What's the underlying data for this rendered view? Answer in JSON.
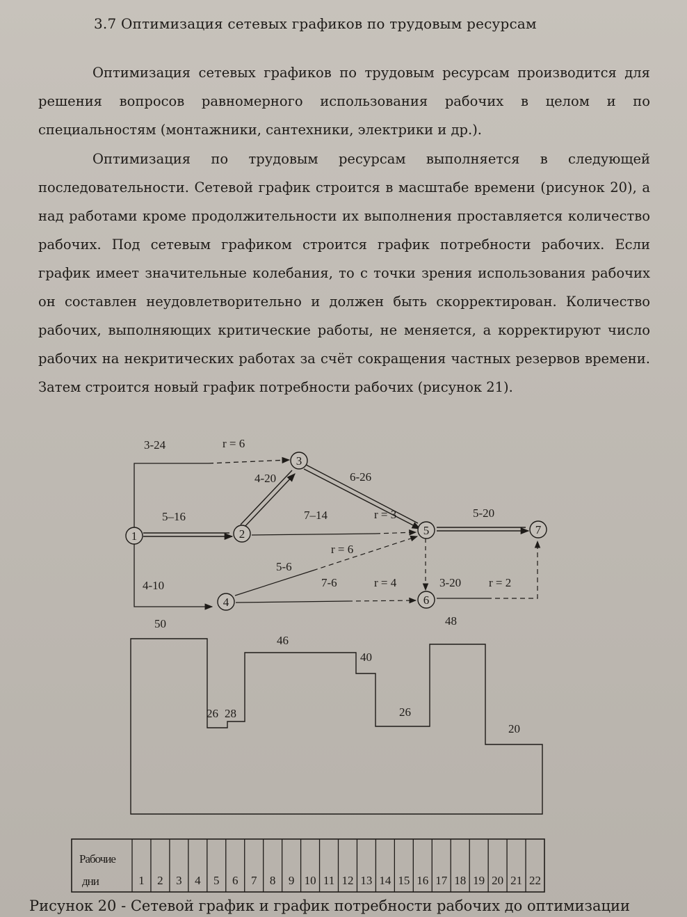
{
  "heading": "3.7 Оптимизация сетевых графиков по трудовым ресурсам",
  "paragraph1": "Оптимизация сетевых графиков по трудовым ресурсам производится для решения вопросов равномерного использования рабочих в целом и по специальностям (монтажники, сантехники, электрики и др.).",
  "paragraph2": "Оптимизация по трудовым ресурсам выполняется в следующей последовательности. Сетевой график строится в масштабе времени (рисунок 20), а над работами кроме продолжительности их выполнения проставляется количество рабочих. Под сетевым графиком строится график потребности рабочих. Если график имеет значительные колебания, то с точки зрения использования рабочих он составлен неудовлетворительно и должен быть скорректирован. Количество рабочих, выполняющих критические работы, не меняется, а корректируют число рабочих на некритических работах за счёт сокращения частных резервов времени. Затем строится новый график потребности рабочих (рисунок 21).",
  "network": {
    "nodes": [
      "1",
      "2",
      "3",
      "4",
      "5",
      "6",
      "7"
    ],
    "labels": {
      "a1_3": "3-24",
      "r1_3": "r = 6",
      "a2_3": "4-20",
      "a3_5": "6-26",
      "a1_2": "5–16",
      "a2_5": "7–14",
      "r2_5": "r = 3",
      "a5_7": "5-20",
      "r4_5": "r = 6",
      "a4_5": "5-6",
      "a1_4": "4-10",
      "a4_6": "7-6",
      "r4_6": "r = 4",
      "a6_7": "3-20",
      "r6_7": "r = 2"
    }
  },
  "histogram": {
    "labels": [
      "50",
      "46",
      "40",
      "26",
      "28",
      "26",
      "48",
      "20"
    ]
  },
  "table": {
    "header_line1": "Рабочие",
    "header_line2": "дни",
    "days": [
      "1",
      "2",
      "3",
      "4",
      "5",
      "6",
      "7",
      "8",
      "9",
      "10",
      "11",
      "12",
      "13",
      "14",
      "15",
      "16",
      "17",
      "18",
      "19",
      "20",
      "21",
      "22"
    ]
  },
  "caption": "Рисунок 20 - Сетевой график и график потребности рабочих до оптимизации"
}
